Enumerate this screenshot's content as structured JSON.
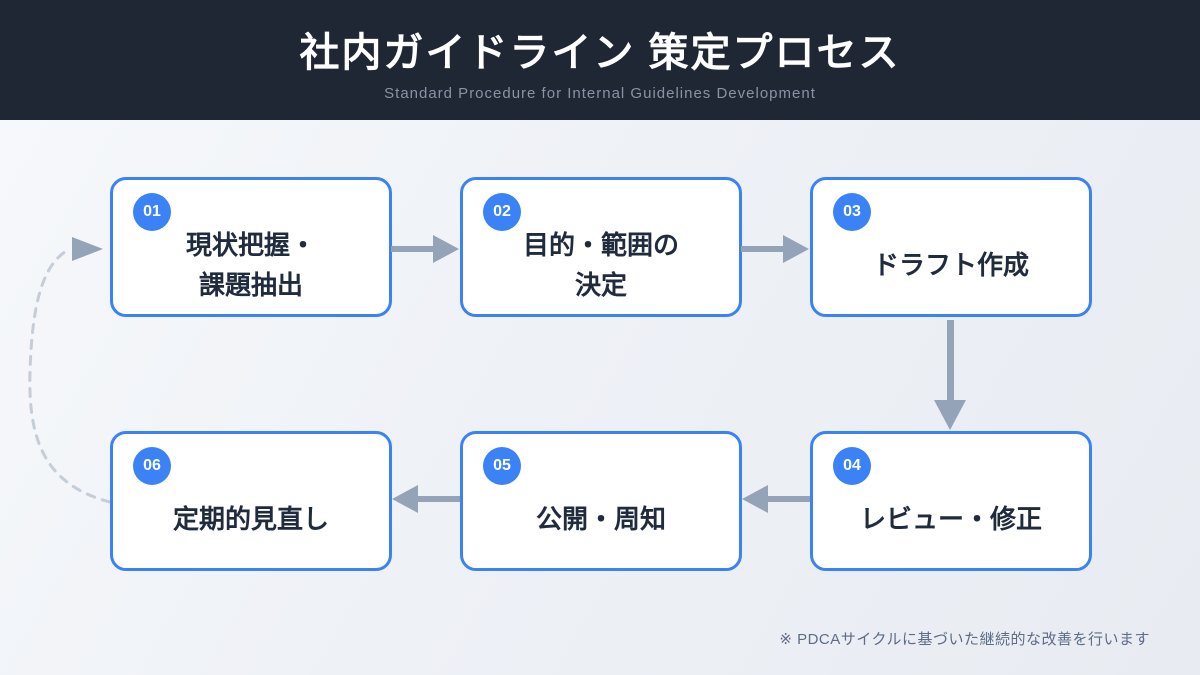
{
  "header": {
    "title": "社内ガイドライン 策定プロセス",
    "subtitle": "Standard Procedure for Internal Guidelines Development"
  },
  "steps": [
    {
      "number": "01",
      "label": "現状把握・\n課題抽出"
    },
    {
      "number": "02",
      "label": "目的・範囲の\n決定"
    },
    {
      "number": "03",
      "label": "ドラフト作成"
    },
    {
      "number": "04",
      "label": "レビュー・修正"
    },
    {
      "number": "05",
      "label": "公開・周知"
    },
    {
      "number": "06",
      "label": "定期的見直し"
    }
  ],
  "footnote": "※ PDCAサイクルに基づいた継続的な改善を行います",
  "colors": {
    "header_bg": "#1f2735",
    "accent_blue": "#3b82f6",
    "arrow_gray": "#94a3b8",
    "dash_gray": "#c5cdd8",
    "card_text": "#202b3e",
    "subtitle_gray": "#8a93a4",
    "footnote_gray": "#5d6c84"
  }
}
